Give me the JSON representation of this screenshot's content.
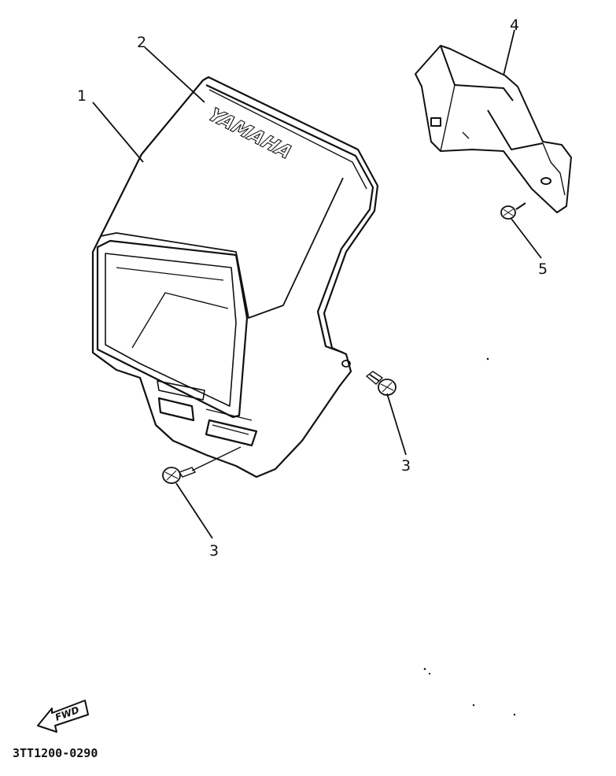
{
  "diagram": {
    "brand_text": "YAMAHA",
    "forward_marker": "FWD",
    "part_code": "3TT1200-0290",
    "callouts": [
      {
        "id": "1",
        "label": "1"
      },
      {
        "id": "2",
        "label": "2"
      },
      {
        "id": "3a",
        "label": "3"
      },
      {
        "id": "3b",
        "label": "3"
      },
      {
        "id": "4",
        "label": "4"
      },
      {
        "id": "5",
        "label": "5"
      }
    ]
  }
}
